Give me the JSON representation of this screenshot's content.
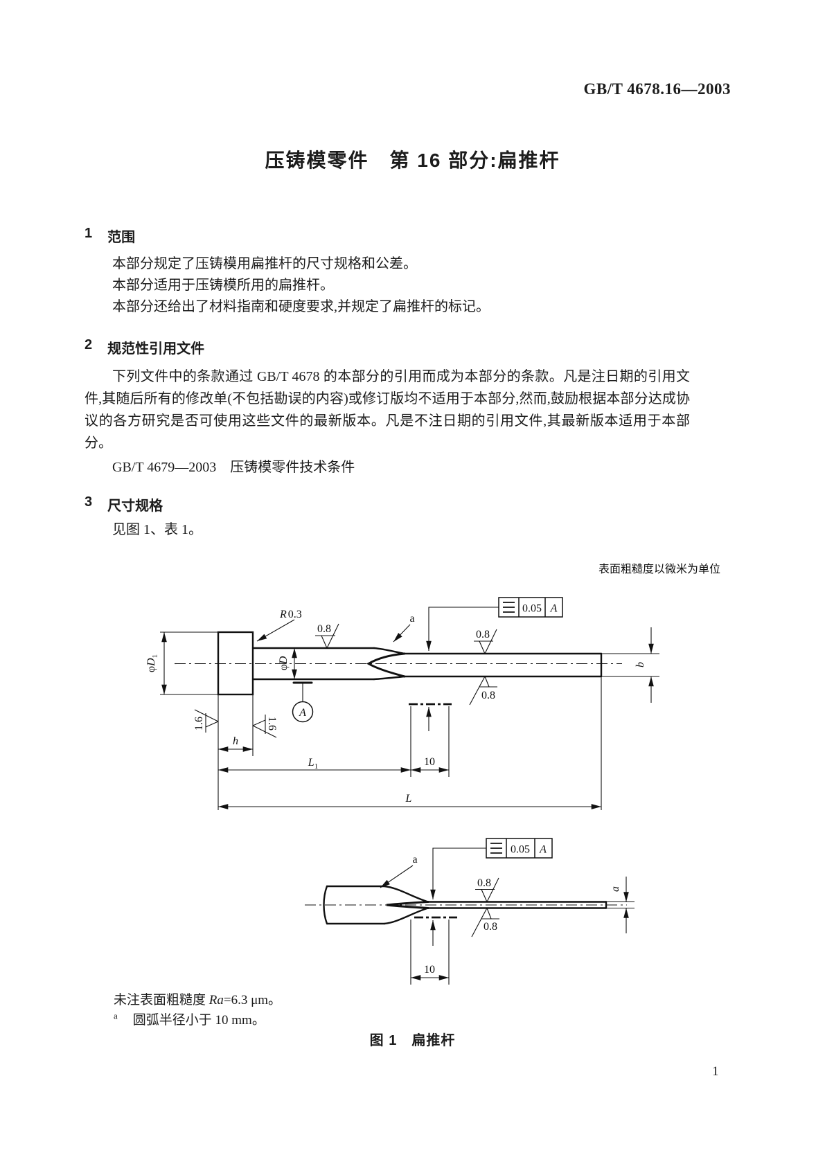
{
  "page": {
    "doc_number": "GB/T 4678.16—2003",
    "page_number": "1"
  },
  "title": "压铸模零件　第 16 部分:扁推杆",
  "sections": [
    {
      "num": "1",
      "heading": "范围",
      "paras": [
        "本部分规定了压铸模用扁推杆的尺寸规格和公差。",
        "本部分适用于压铸模所用的扁推杆。",
        "本部分还给出了材料指南和硬度要求,并规定了扁推杆的标记。"
      ]
    },
    {
      "num": "2",
      "heading": "规范性引用文件",
      "body": "下列文件中的条款通过 GB/T 4678 的本部分的引用而成为本部分的条款。凡是注日期的引用文件,其随后所有的修改单(不包括勘误的内容)或修订版均不适用于本部分,然而,鼓励根据本部分达成协议的各方研究是否可使用这些文件的最新版本。凡是不注日期的引用文件,其最新版本适用于本部分。",
      "reference": "GB/T 4679—2003　压铸模零件技术条件"
    },
    {
      "num": "3",
      "heading": "尺寸规格",
      "paras": [
        "见图 1、表 1。"
      ]
    }
  ],
  "figure": {
    "unit_note": "表面粗糙度以微米为单位",
    "labels": {
      "phi": "φ",
      "d": "D",
      "sub1": "1",
      "b": "b",
      "h": "h",
      "l": "L",
      "a_dim": "a",
      "ten": "10",
      "r_letter": "R",
      "r_value": "0.3",
      "rough_fine": "0.8",
      "rough_med": "1.6",
      "tol": "0.05",
      "datum": "A",
      "a_ref": "a"
    },
    "footnote_1_pre": "未注表面粗糙度 ",
    "footnote_1_it": "Ra",
    "footnote_1_post": "=6.3 μm。",
    "footnote_2_marker": "a",
    "footnote_2_text": "圆弧半径小于 10 mm。",
    "caption": "图 1　扁推杆"
  }
}
